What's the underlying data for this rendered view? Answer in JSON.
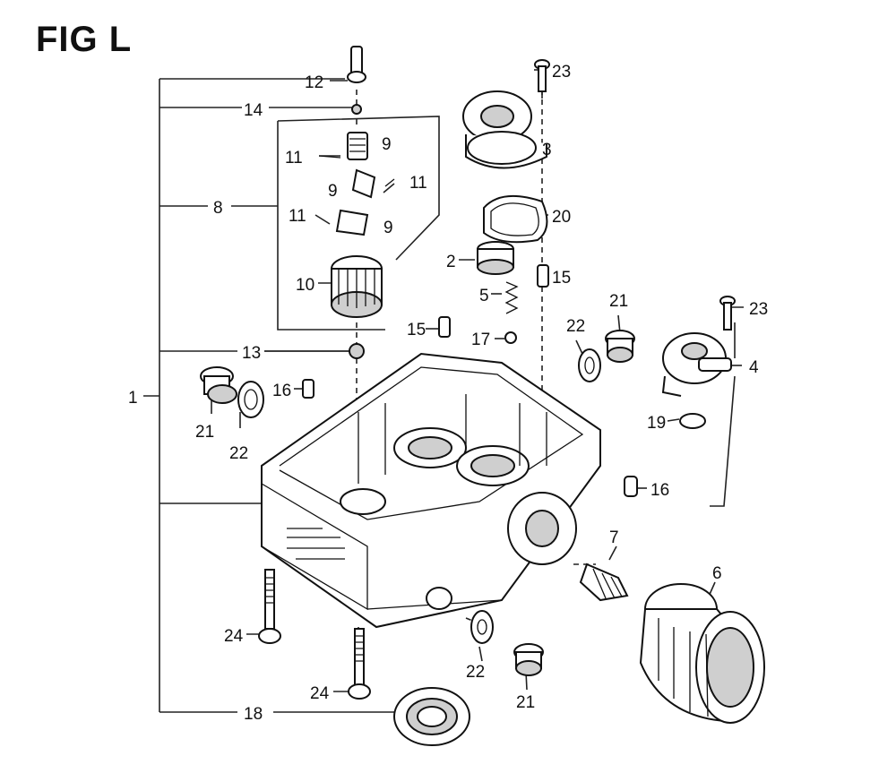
{
  "figure": {
    "title": "FIG L"
  },
  "callouts": [
    {
      "id": "c12",
      "text": "12"
    },
    {
      "id": "c14",
      "text": "14"
    },
    {
      "id": "c8",
      "text": "8"
    },
    {
      "id": "c9a",
      "text": "9"
    },
    {
      "id": "c11a",
      "text": "11"
    },
    {
      "id": "c9b",
      "text": "9"
    },
    {
      "id": "c11b",
      "text": "11"
    },
    {
      "id": "c11c",
      "text": "11"
    },
    {
      "id": "c9c",
      "text": "9"
    },
    {
      "id": "c10",
      "text": "10"
    },
    {
      "id": "c13",
      "text": "13"
    },
    {
      "id": "c1",
      "text": "1"
    },
    {
      "id": "c21a",
      "text": "21"
    },
    {
      "id": "c22a",
      "text": "22"
    },
    {
      "id": "c16a",
      "text": "16"
    },
    {
      "id": "c15a",
      "text": "15"
    },
    {
      "id": "c17",
      "text": "17"
    },
    {
      "id": "c23a",
      "text": "23"
    },
    {
      "id": "c3",
      "text": "3"
    },
    {
      "id": "c20",
      "text": "20"
    },
    {
      "id": "c2",
      "text": "2"
    },
    {
      "id": "c15b",
      "text": "15"
    },
    {
      "id": "c5",
      "text": "5"
    },
    {
      "id": "c22b",
      "text": "22"
    },
    {
      "id": "c21b",
      "text": "21"
    },
    {
      "id": "c23b",
      "text": "23"
    },
    {
      "id": "c4",
      "text": "4"
    },
    {
      "id": "c19",
      "text": "19"
    },
    {
      "id": "c16b",
      "text": "16"
    },
    {
      "id": "c7",
      "text": "7"
    },
    {
      "id": "c6",
      "text": "6"
    },
    {
      "id": "c24a",
      "text": "24"
    },
    {
      "id": "c24b",
      "text": "24"
    },
    {
      "id": "c22c",
      "text": "22"
    },
    {
      "id": "c21c",
      "text": "21"
    },
    {
      "id": "c18",
      "text": "18"
    }
  ]
}
